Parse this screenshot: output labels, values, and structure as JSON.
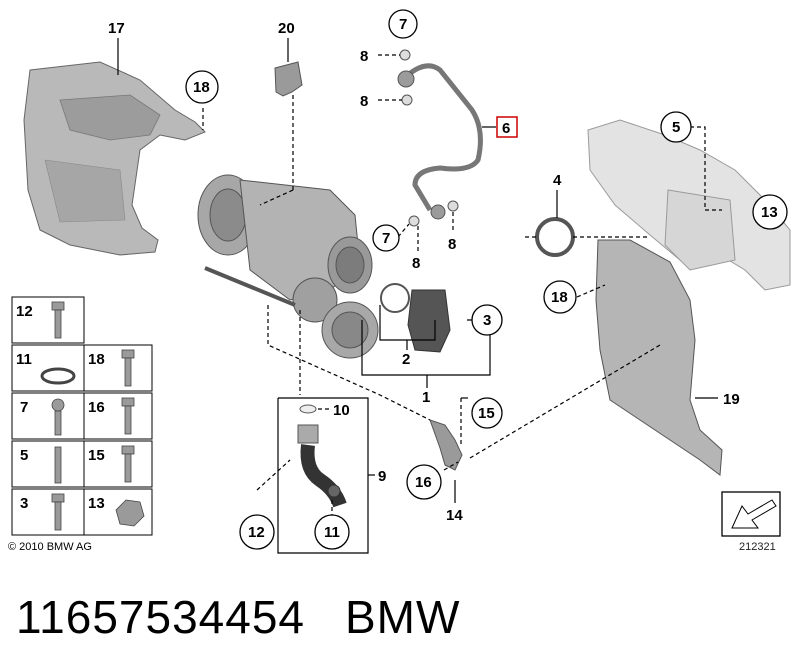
{
  "callouts": {
    "c17": "17",
    "c20": "20",
    "c7a": "7",
    "c8a": "8",
    "c8b": "8",
    "c18a": "18",
    "c6": "6",
    "c5": "5",
    "c4": "4",
    "c13": "13",
    "c7b": "7",
    "c8c": "8",
    "c8d": "8",
    "c18b": "18",
    "c3": "3",
    "c2": "2",
    "c1": "1",
    "c10": "10",
    "c15": "15",
    "c19": "19",
    "c9": "9",
    "c16": "16",
    "c14": "14",
    "c12": "12",
    "c11": "11"
  },
  "legend": {
    "items": [
      {
        "num": "12"
      },
      {
        "num": "11"
      },
      {
        "num": "18"
      },
      {
        "num": "7"
      },
      {
        "num": "16"
      },
      {
        "num": "5"
      },
      {
        "num": "15"
      },
      {
        "num": "3"
      },
      {
        "num": "13"
      }
    ]
  },
  "copyright": "© 2010 BMW AG",
  "drawing_id": "212321",
  "part_number": "11657534454",
  "brand": "BMW"
}
